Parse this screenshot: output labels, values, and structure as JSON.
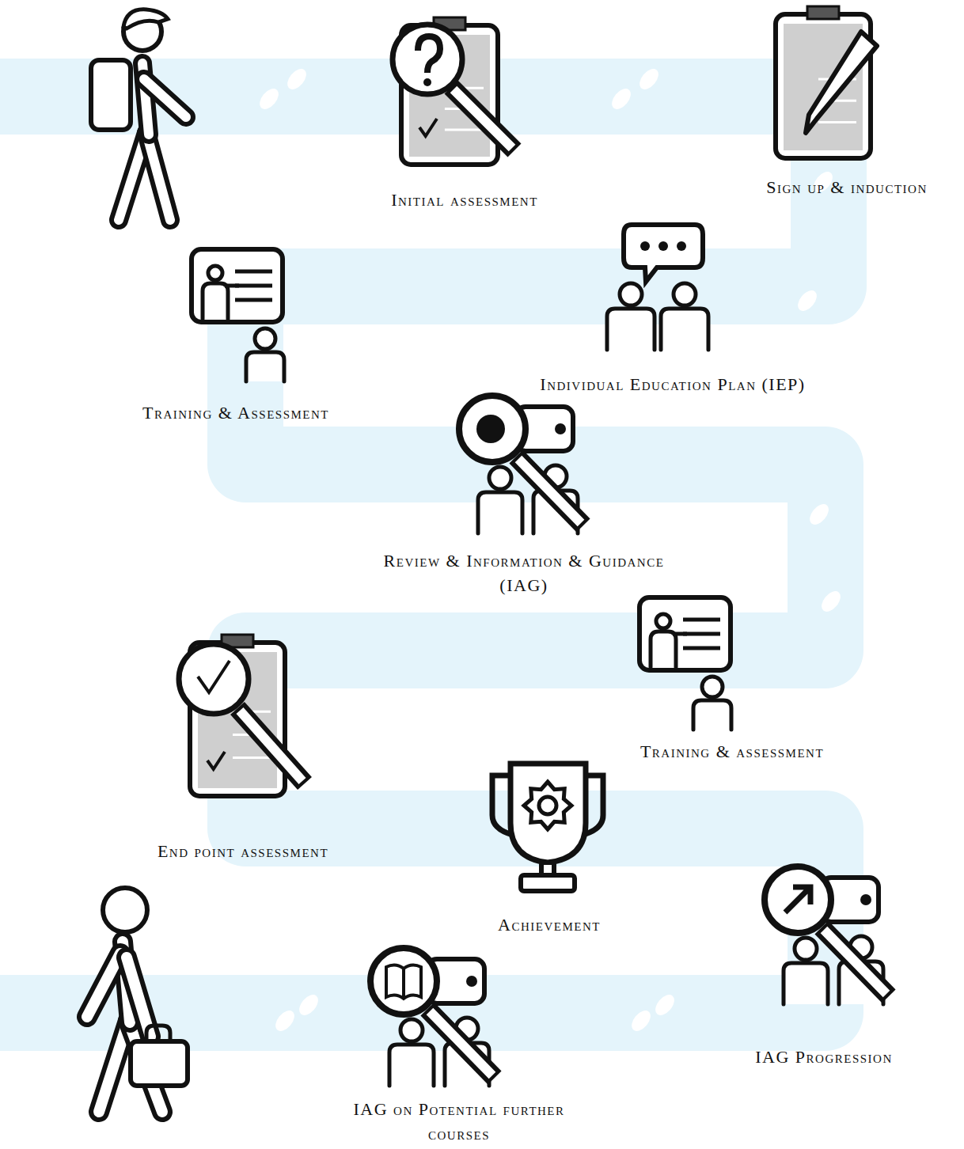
{
  "diagram": {
    "labels": [
      "Initial assessment",
      "Sign up & induction",
      "Individual Education Plan (IEP)",
      "Training & Assessment",
      "Review & Information & Guidance (IAG)",
      "Training & assessment",
      "End point assessment",
      "Achievement",
      "IAG Progression",
      "IAG on Potential further courses"
    ]
  }
}
